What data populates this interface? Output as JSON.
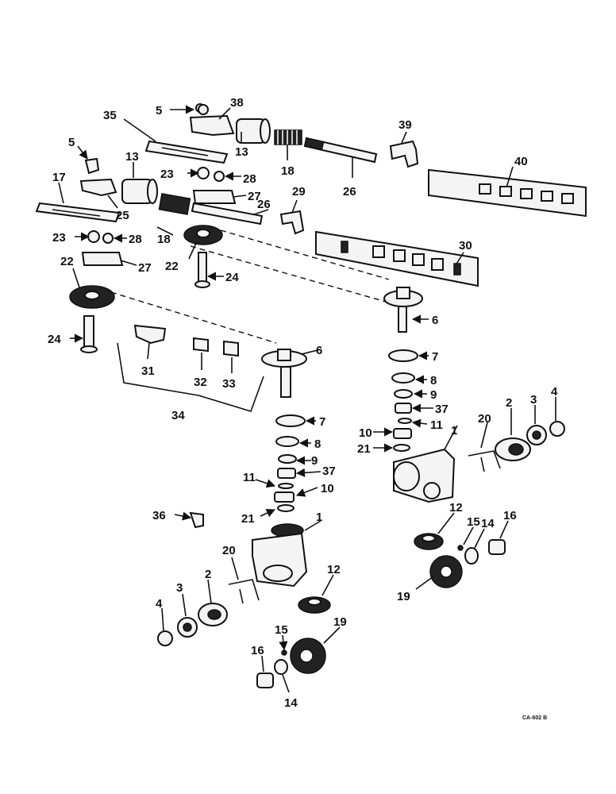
{
  "diagram": {
    "callouts": [
      "1",
      "2",
      "3",
      "4",
      "5",
      "6",
      "7",
      "8",
      "9",
      "10",
      "11",
      "12",
      "13",
      "14",
      "15",
      "16",
      "17",
      "18",
      "19",
      "20",
      "21",
      "22",
      "23",
      "24",
      "25",
      "26",
      "27",
      "28",
      "29",
      "30",
      "31",
      "32",
      "33",
      "34",
      "35",
      "36",
      "37",
      "38",
      "39",
      "40"
    ],
    "drawing_code": "CA-602 B"
  }
}
